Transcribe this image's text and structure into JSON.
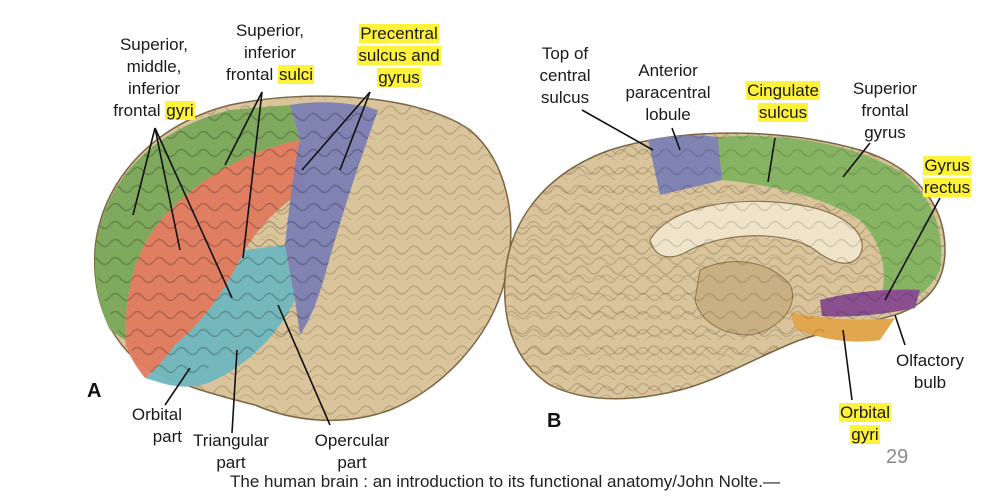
{
  "figure_a": {
    "panel_label": "A",
    "labels": {
      "gyri_l1": "Superior,",
      "gyri_l2": "middle,",
      "gyri_l3": "inferior",
      "gyri_l4_prefix": "frontal ",
      "gyri_l4_hl": "gyri",
      "sulci_l1": "Superior,",
      "sulci_l2": "inferior",
      "sulci_l3_prefix": "frontal ",
      "sulci_l3_hl": "sulci",
      "precentral_l1": "Precentral",
      "precentral_l2": "sulcus and",
      "precentral_l3": "gyrus",
      "orbital_l1": "Orbital",
      "orbital_l2": "part",
      "triangular_l1": "Triangular",
      "triangular_l2": "part",
      "opercular_l1": "Opercular",
      "opercular_l2": "part"
    }
  },
  "figure_b": {
    "panel_label": "B",
    "labels": {
      "central_l1": "Top of",
      "central_l2": "central",
      "central_l3": "sulcus",
      "paracentral_l1": "Anterior",
      "paracentral_l2": "paracentral",
      "paracentral_l3": "lobule",
      "cingulate_l1": "Cingulate",
      "cingulate_l2": "sulcus",
      "sfg_l1": "Superior",
      "sfg_l2": "frontal",
      "sfg_l3": "gyrus",
      "rectus_l1": "Gyrus",
      "rectus_l2": "rectus",
      "olfactory_l1": "Olfactory",
      "olfactory_l2": "bulb",
      "orbital_l1": "Orbital",
      "orbital_l2": "gyri"
    }
  },
  "slide_number": "29",
  "caption": "The human brain : an introduction to its functional anatomy/John Nolte.—",
  "colors": {
    "brain_tan": "#d9c49c",
    "superior_frontal_green": "#7aa85a",
    "middle_frontal_salmon": "#e07a5f",
    "inferior_frontal_teal": "#6fb7bf",
    "precentral_blue": "#7c80b4",
    "cingulate_green": "#83b35f",
    "gyrus_rectus_purple": "#8a4f8f",
    "orbital_orange": "#e2a64f",
    "highlight_yellow": "#fff23a"
  }
}
